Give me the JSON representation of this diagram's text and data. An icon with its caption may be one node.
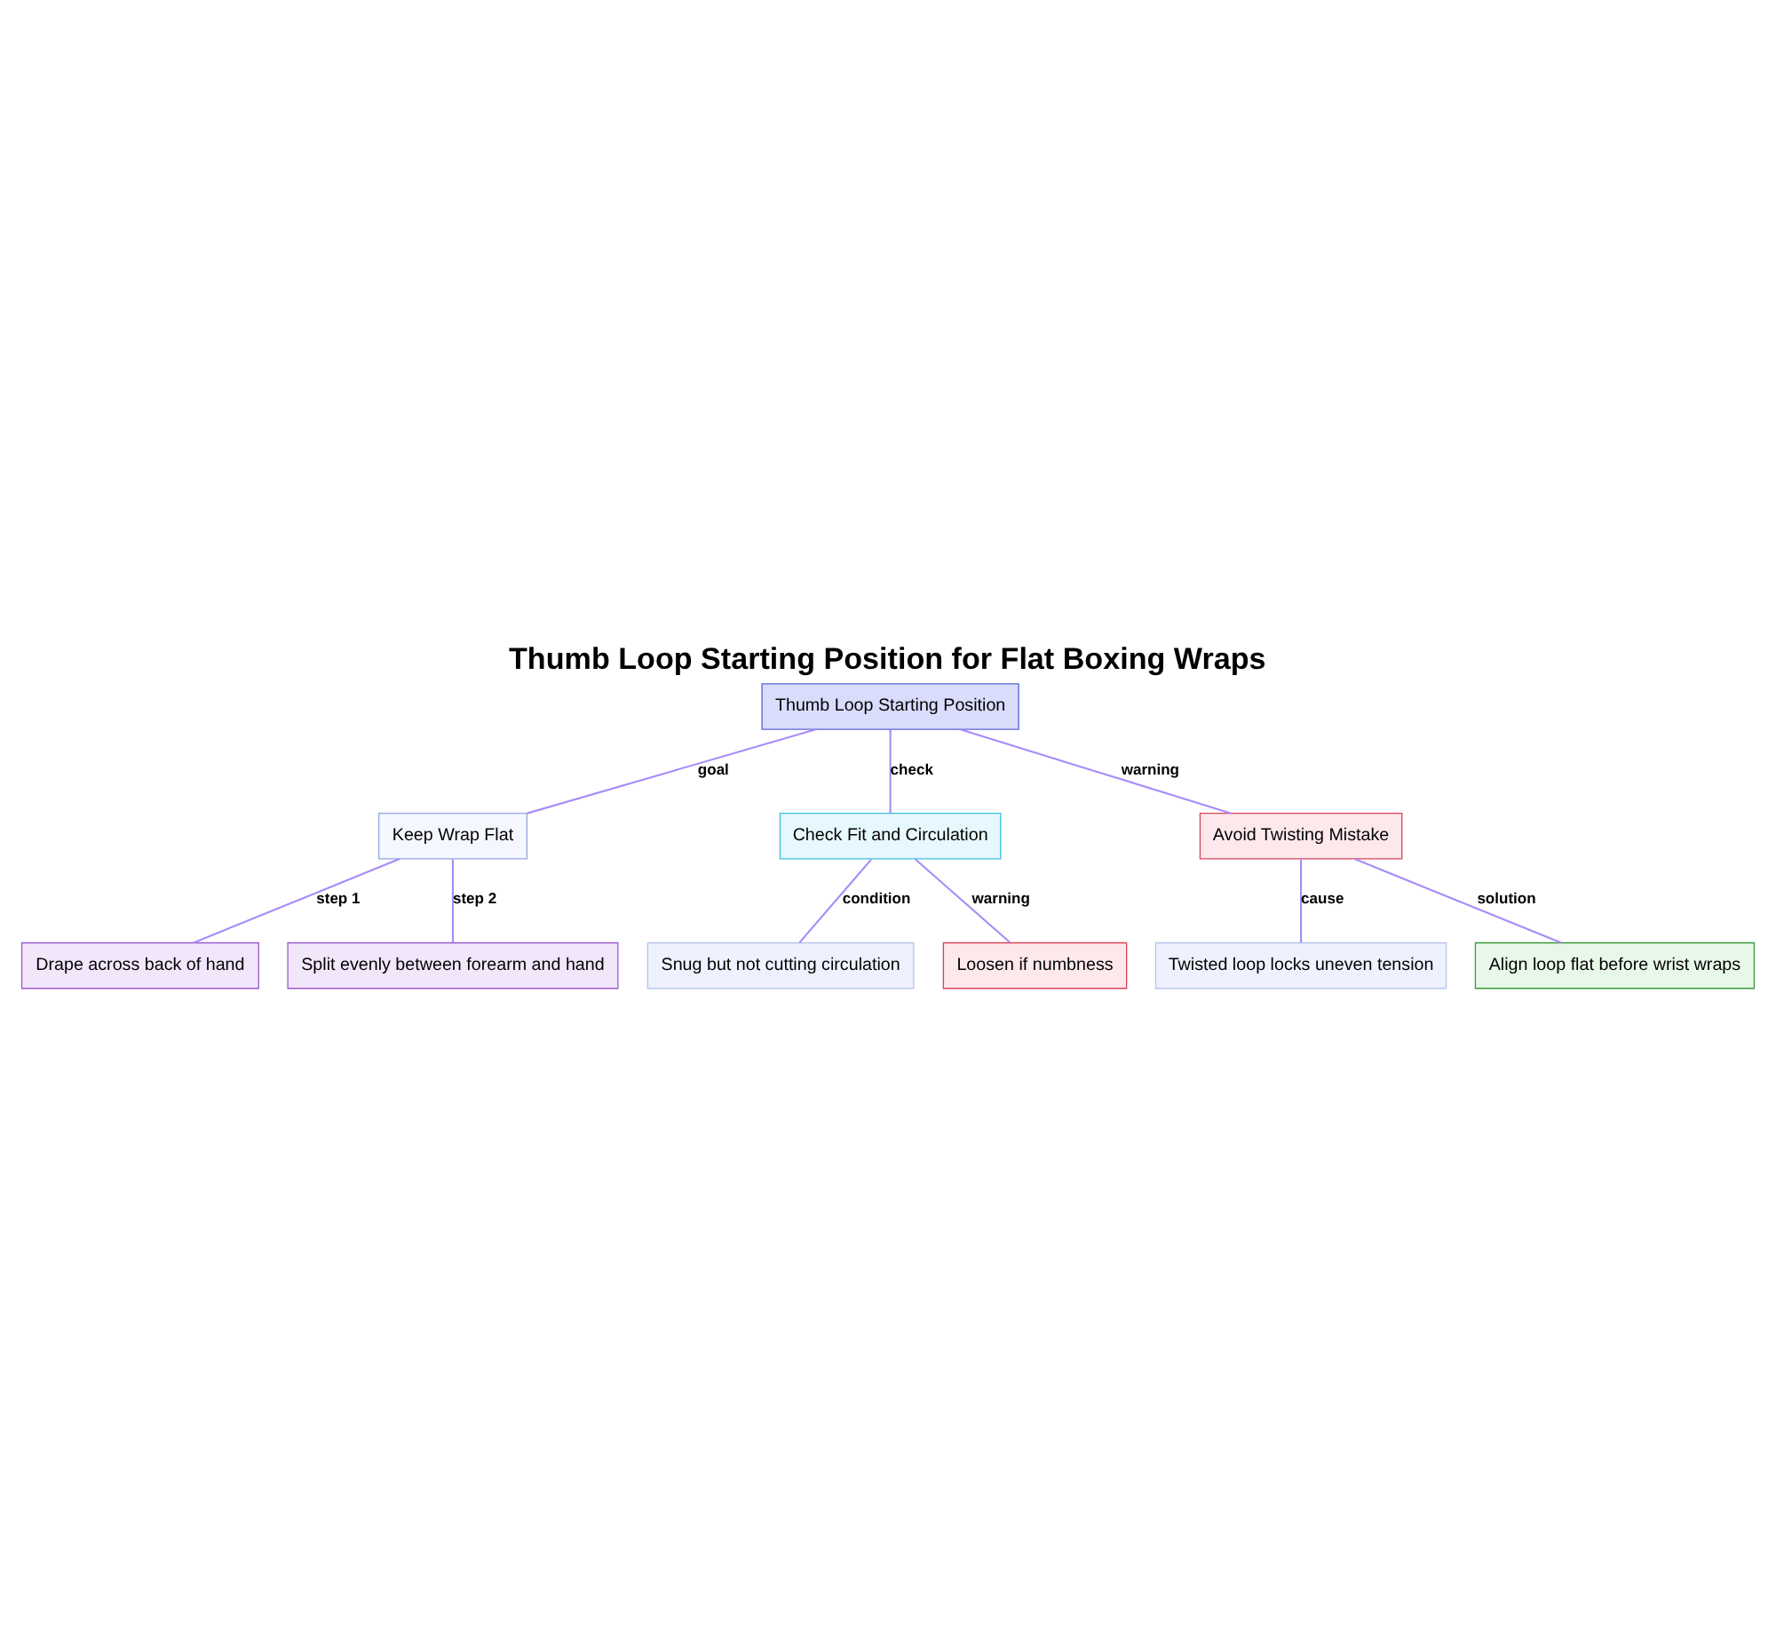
{
  "diagram": {
    "title": "Thumb Loop Starting Position for Flat Boxing Wraps",
    "nodes": [
      {
        "text": [
          "Thumb Loop Starting Position"
        ]
      },
      {
        "text": [
          "Keep Wrap Flat"
        ]
      },
      {
        "text": [
          "Check Fit and Circulation"
        ]
      },
      {
        "text": [
          "Avoid Twisting Mistake"
        ]
      },
      {
        "text": [
          "Drape across back of hand"
        ]
      },
      {
        "text": [
          "Split evenly between forearm and hand"
        ]
      },
      {
        "text": [
          "Snug but not cutting circulation"
        ]
      },
      {
        "text": [
          "Loosen if numbness"
        ]
      },
      {
        "text": [
          "Twisted loop locks uneven tension"
        ]
      },
      {
        "text": [
          "Align loop flat before wrist wraps"
        ]
      }
    ],
    "edges": [
      {
        "from": 0,
        "to": 1,
        "arrow": "none",
        "label": "goal"
      },
      {
        "from": 0,
        "to": 2,
        "arrow": "none",
        "label": "check"
      },
      {
        "from": 0,
        "to": 3,
        "arrow": "none",
        "label": "warning"
      },
      {
        "from": 1,
        "to": 4,
        "arrow": "none",
        "label": "step 1"
      },
      {
        "from": 1,
        "to": 5,
        "arrow": "none",
        "label": "step 2"
      },
      {
        "from": 2,
        "to": 6,
        "arrow": "none",
        "label": "condition"
      },
      {
        "from": 2,
        "to": 7,
        "arrow": "none",
        "label": "warning"
      },
      {
        "from": 3,
        "to": 8,
        "arrow": "none",
        "label": "cause"
      },
      {
        "from": 3,
        "to": 9,
        "arrow": "none",
        "label": "solution"
      }
    ]
  }
}
